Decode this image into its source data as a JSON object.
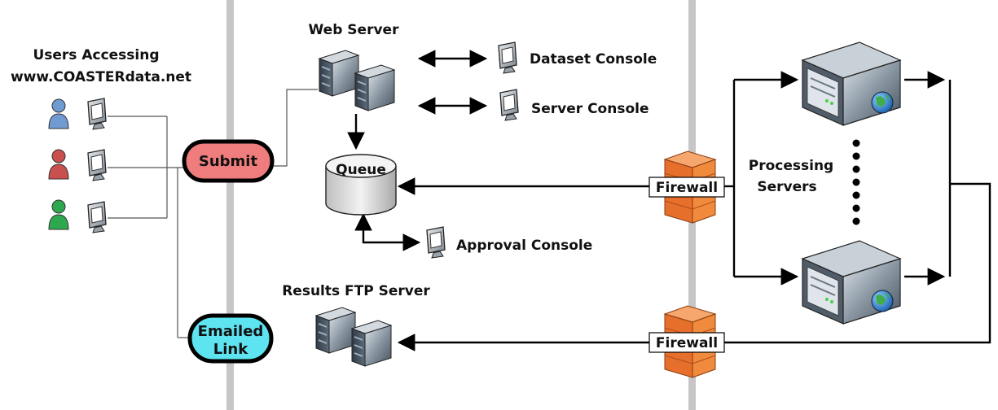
{
  "users": {
    "heading_line1": "Users Accessing",
    "heading_line2": "www.COASTERdata.net",
    "user_colors": [
      "#6f9bd1",
      "#c9504f",
      "#2ea84f"
    ]
  },
  "submit": {
    "label": "Submit",
    "color": "#f07d7d"
  },
  "emailed_link": {
    "line1": "Emailed",
    "line2": "Link",
    "color": "#5ee3f0"
  },
  "web_server": {
    "label": "Web Server"
  },
  "dataset_console": {
    "label": "Dataset Console"
  },
  "server_console": {
    "label": "Server Console"
  },
  "queue": {
    "label": "Queue"
  },
  "approval_console": {
    "label": "Approval Console"
  },
  "results_ftp_server": {
    "label": "Results FTP Server"
  },
  "firewall_top": {
    "label": "Firewall"
  },
  "firewall_bottom": {
    "label": "Firewall"
  },
  "processing_servers": {
    "line1": "Processing",
    "line2": "Servers"
  },
  "colors": {
    "divider": "#c6c6c6",
    "firewall": "#f08a3c",
    "server": "#7f8d99"
  }
}
